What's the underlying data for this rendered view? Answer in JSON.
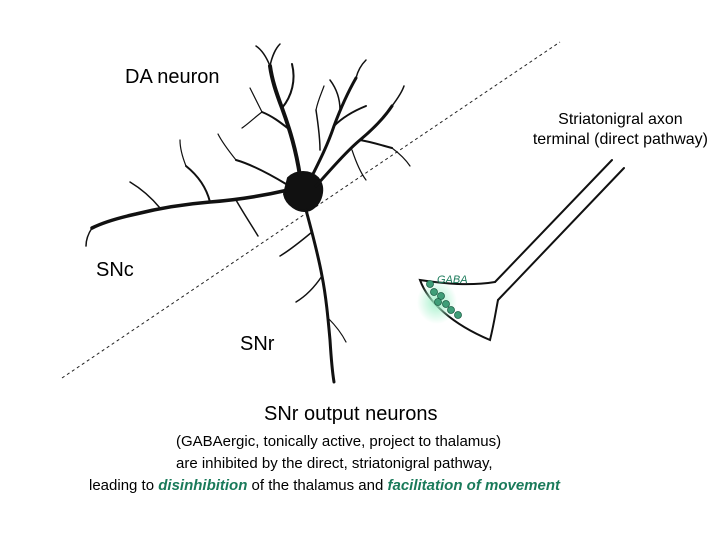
{
  "labels": {
    "da_neuron": "DA neuron",
    "striatonigral_line1": "Striatonigral axon",
    "striatonigral_line2": "terminal (direct pathway)",
    "snc": "SNc",
    "snr": "SNr",
    "gaba": "GABA"
  },
  "caption": {
    "title": "SNr output neurons",
    "line1": "(GABAergic, tonically active, project to thalamus)",
    "line2": "are inhibited by the direct, striatonigral  pathway,",
    "line3_a": "leading to ",
    "line3_b": "disinhibition",
    "line3_c": " of the thalamus and ",
    "line3_d": "facilitation of movement"
  },
  "colors": {
    "highlight": "#1a7a5a",
    "vesicle": "#3f9e78",
    "glow": "#9ff0c8",
    "neuron": "#111111"
  }
}
